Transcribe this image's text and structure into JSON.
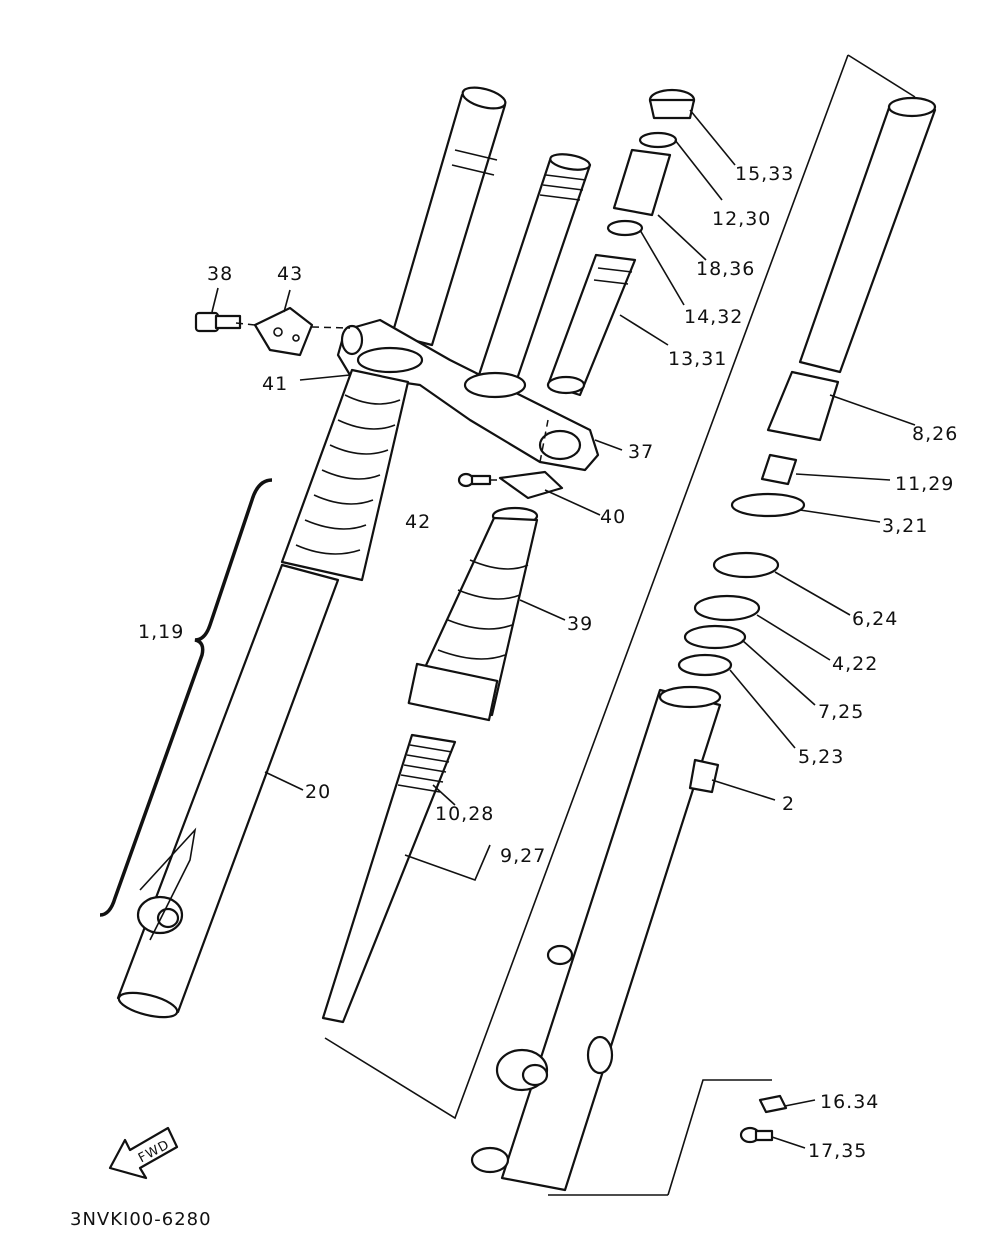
{
  "callouts": {
    "c15_33": "15,33",
    "c12_30": "12,30",
    "c18_36": "18,36",
    "c14_32": "14,32",
    "c13_31": "13,31",
    "c8_26": "8,26",
    "c11_29": "11,29",
    "c3_21": "3,21",
    "c6_24": "6,24",
    "c4_22": "4,22",
    "c7_25": "7,25",
    "c5_23": "5,23",
    "c2": "2",
    "c37": "37",
    "c38": "38",
    "c43": "43",
    "c41": "41",
    "c42": "42",
    "c40": "40",
    "c39": "39",
    "c1_19": "1,19",
    "c20": "20",
    "c10_28": "10,28",
    "c9_27": "9,27",
    "c16_34": "16.34",
    "c17_35": "17,35"
  },
  "fwd_label": "FWD",
  "diagram_code": "3NVKI00-6280"
}
